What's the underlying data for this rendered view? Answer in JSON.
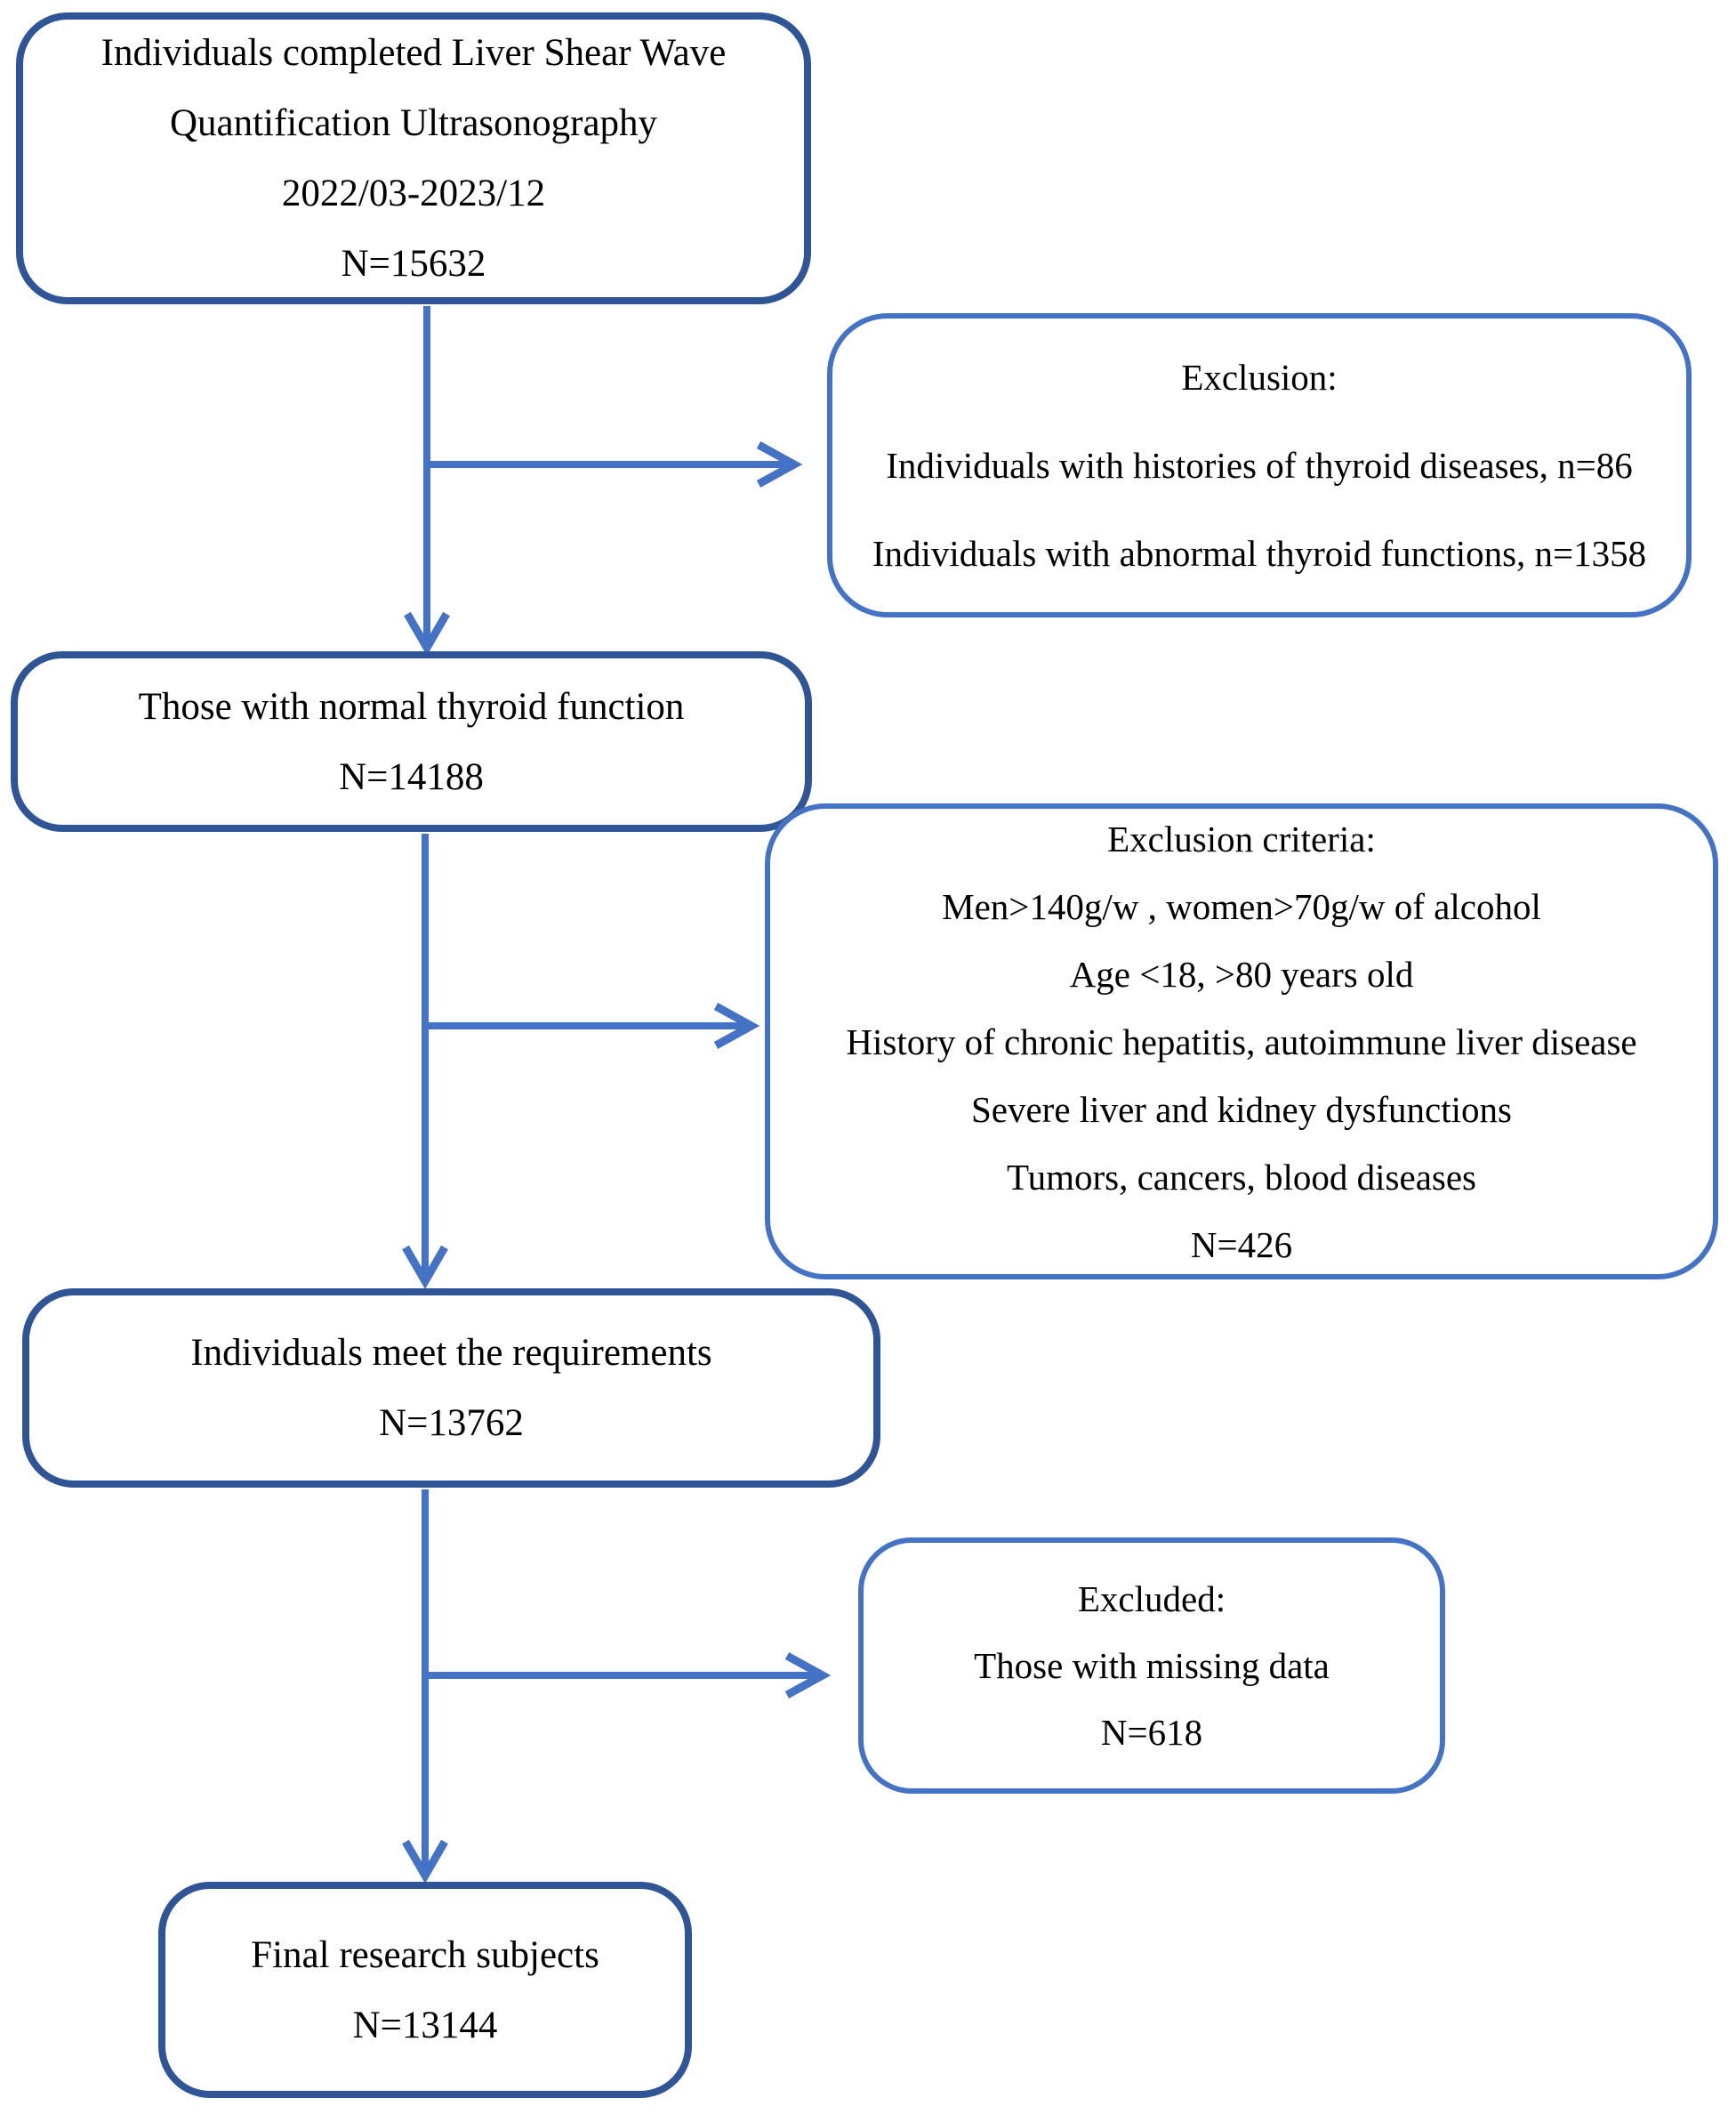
{
  "diagram": {
    "type": "study-flowchart",
    "colors": {
      "main_box_border": "#2F5597",
      "exclusion_box_border": "#4472C4",
      "arrow": "#4472C4",
      "text": "#000000",
      "background": "#FFFFFF"
    },
    "boxes": {
      "start": {
        "lines": [
          "Individuals completed Liver Shear Wave",
          "Quantification Ultrasonography",
          "2022/03-2023/12",
          "N=15632"
        ]
      },
      "exclusion_thyroid": {
        "lines": [
          "Exclusion:",
          "Individuals with histories of thyroid diseases, n=86",
          "Individuals with abnormal thyroid functions, n=1358"
        ]
      },
      "normal_thyroid": {
        "lines": [
          "Those with normal thyroid function",
          "N=14188"
        ]
      },
      "exclusion_criteria": {
        "lines": [
          "Exclusion criteria:",
          "Men>140g/w , women>70g/w of alcohol",
          "Age <18, >80 years old",
          "History of chronic hepatitis, autoimmune liver disease",
          "Severe liver and kidney dysfunctions",
          "Tumors, cancers, blood diseases",
          "N=426"
        ]
      },
      "meet_requirements": {
        "lines": [
          "Individuals meet the requirements",
          "N=13762"
        ]
      },
      "exclusion_missing": {
        "lines": [
          "Excluded:",
          "Those with missing data",
          "N=618"
        ]
      },
      "final": {
        "lines": [
          "Final research subjects",
          "N=13144"
        ]
      }
    }
  }
}
